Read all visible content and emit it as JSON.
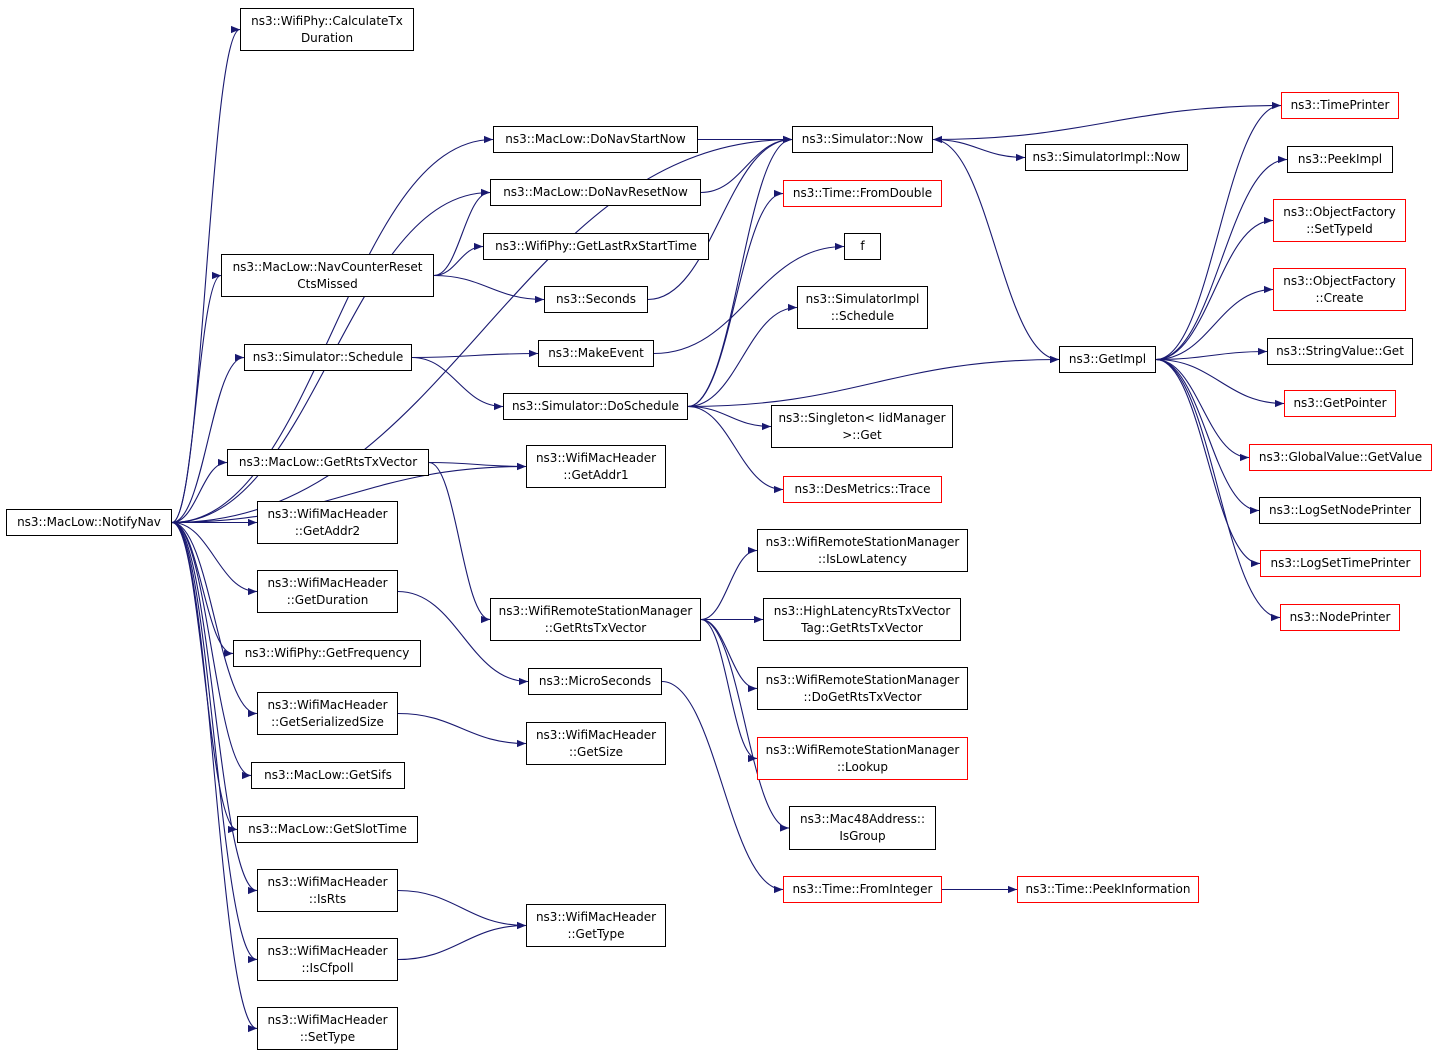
{
  "colors": {
    "edge": "#191970",
    "border_default": "#000000",
    "border_external": "#ff0000",
    "root_fill": "#bfbfbf"
  },
  "nodes": {
    "notifynav": {
      "lines": [
        "ns3::MacLow::NotifyNav"
      ],
      "style": "root"
    },
    "calctx": {
      "lines": [
        "ns3::WifiPhy::CalculateTx",
        "Duration"
      ],
      "style": "default"
    },
    "donavstart": {
      "lines": [
        "ns3::MacLow::DoNavStartNow"
      ],
      "style": "default"
    },
    "donavreset": {
      "lines": [
        "ns3::MacLow::DoNavResetNow"
      ],
      "style": "default"
    },
    "navcounter": {
      "lines": [
        "ns3::MacLow::NavCounterReset",
        "CtsMissed"
      ],
      "style": "default"
    },
    "getlastrx": {
      "lines": [
        "ns3::WifiPhy::GetLastRxStartTime"
      ],
      "style": "default"
    },
    "seconds": {
      "lines": [
        "ns3::Seconds"
      ],
      "style": "default"
    },
    "simschedule": {
      "lines": [
        "ns3::Simulator::Schedule"
      ],
      "style": "default"
    },
    "makeevent": {
      "lines": [
        "ns3::MakeEvent"
      ],
      "style": "default"
    },
    "doschedule": {
      "lines": [
        "ns3::Simulator::DoSchedule"
      ],
      "style": "default"
    },
    "simnow": {
      "lines": [
        "ns3::Simulator::Now"
      ],
      "style": "default"
    },
    "simimplnow": {
      "lines": [
        "ns3::SimulatorImpl::Now"
      ],
      "style": "default"
    },
    "timefromdouble": {
      "lines": [
        "ns3::Time::FromDouble"
      ],
      "style": "external"
    },
    "f": {
      "lines": [
        "f"
      ],
      "style": "default"
    },
    "simimplschedule": {
      "lines": [
        "ns3::SimulatorImpl",
        "::Schedule"
      ],
      "style": "default"
    },
    "singleton": {
      "lines": [
        "ns3::Singleton< IidManager",
        ">::Get"
      ],
      "style": "default"
    },
    "desmetrics": {
      "lines": [
        "ns3::DesMetrics::Trace"
      ],
      "style": "external"
    },
    "getrtstxvector": {
      "lines": [
        "ns3::MacLow::GetRtsTxVector"
      ],
      "style": "default"
    },
    "getaddr1": {
      "lines": [
        "ns3::WifiMacHeader",
        "::GetAddr1"
      ],
      "style": "default"
    },
    "getaddr2": {
      "lines": [
        "ns3::WifiMacHeader",
        "::GetAddr2"
      ],
      "style": "default"
    },
    "getduration": {
      "lines": [
        "ns3::WifiMacHeader",
        "::GetDuration"
      ],
      "style": "default"
    },
    "getfrequency": {
      "lines": [
        "ns3::WifiPhy::GetFrequency"
      ],
      "style": "default"
    },
    "getserialized": {
      "lines": [
        "ns3::WifiMacHeader",
        "::GetSerializedSize"
      ],
      "style": "default"
    },
    "getsifs": {
      "lines": [
        "ns3::MacLow::GetSifs"
      ],
      "style": "default"
    },
    "getslottime": {
      "lines": [
        "ns3::MacLow::GetSlotTime"
      ],
      "style": "default"
    },
    "isrts": {
      "lines": [
        "ns3::WifiMacHeader",
        "::IsRts"
      ],
      "style": "default"
    },
    "iscfpoll": {
      "lines": [
        "ns3::WifiMacHeader",
        "::IsCfpoll"
      ],
      "style": "default"
    },
    "settype": {
      "lines": [
        "ns3::WifiMacHeader",
        "::SetType"
      ],
      "style": "default"
    },
    "wrsmgetrts": {
      "lines": [
        "ns3::WifiRemoteStationManager",
        "::GetRtsTxVector"
      ],
      "style": "default"
    },
    "microseconds": {
      "lines": [
        "ns3::MicroSeconds"
      ],
      "style": "default"
    },
    "getsize": {
      "lines": [
        "ns3::WifiMacHeader",
        "::GetSize"
      ],
      "style": "default"
    },
    "gettype": {
      "lines": [
        "ns3::WifiMacHeader",
        "::GetType"
      ],
      "style": "default"
    },
    "islowlatency": {
      "lines": [
        "ns3::WifiRemoteStationManager",
        "::IsLowLatency"
      ],
      "style": "default"
    },
    "highlatency": {
      "lines": [
        "ns3::HighLatencyRtsTxVector",
        "Tag::GetRtsTxVector"
      ],
      "style": "default"
    },
    "dogetrts": {
      "lines": [
        "ns3::WifiRemoteStationManager",
        "::DoGetRtsTxVector"
      ],
      "style": "default"
    },
    "lookup": {
      "lines": [
        "ns3::WifiRemoteStationManager",
        "::Lookup"
      ],
      "style": "external"
    },
    "isgroup": {
      "lines": [
        "ns3::Mac48Address::",
        "IsGroup"
      ],
      "style": "default"
    },
    "timefrominteger": {
      "lines": [
        "ns3::Time::FromInteger"
      ],
      "style": "external"
    },
    "peekinformation": {
      "lines": [
        "ns3::Time::PeekInformation"
      ],
      "style": "external"
    },
    "getimpl": {
      "lines": [
        "ns3::GetImpl"
      ],
      "style": "default"
    },
    "timeprinter": {
      "lines": [
        "ns3::TimePrinter"
      ],
      "style": "external"
    },
    "peekimpl": {
      "lines": [
        "ns3::PeekImpl"
      ],
      "style": "default"
    },
    "ofsettypeid": {
      "lines": [
        "ns3::ObjectFactory",
        "::SetTypeId"
      ],
      "style": "external"
    },
    "ofcreate": {
      "lines": [
        "ns3::ObjectFactory",
        "::Create"
      ],
      "style": "external"
    },
    "stringvalueget": {
      "lines": [
        "ns3::StringValue::Get"
      ],
      "style": "default"
    },
    "getpointer": {
      "lines": [
        "ns3::GetPointer"
      ],
      "style": "external"
    },
    "globalvalue": {
      "lines": [
        "ns3::GlobalValue::GetValue"
      ],
      "style": "external"
    },
    "logsetnode": {
      "lines": [
        "ns3::LogSetNodePrinter"
      ],
      "style": "default"
    },
    "logsettime": {
      "lines": [
        "ns3::LogSetTimePrinter"
      ],
      "style": "external"
    },
    "nodeprinter": {
      "lines": [
        "ns3::NodePrinter"
      ],
      "style": "external"
    }
  },
  "edges": [
    [
      "notifynav",
      "calctx"
    ],
    [
      "notifynav",
      "simnow"
    ],
    [
      "notifynav",
      "donavstart"
    ],
    [
      "notifynav",
      "donavreset"
    ],
    [
      "notifynav",
      "navcounter"
    ],
    [
      "notifynav",
      "simschedule"
    ],
    [
      "notifynav",
      "getaddr1"
    ],
    [
      "notifynav",
      "getrtstxvector"
    ],
    [
      "notifynav",
      "getaddr2"
    ],
    [
      "notifynav",
      "getduration"
    ],
    [
      "notifynav",
      "getfrequency"
    ],
    [
      "notifynav",
      "getserialized"
    ],
    [
      "notifynav",
      "getsifs"
    ],
    [
      "notifynav",
      "getslottime"
    ],
    [
      "notifynav",
      "isrts"
    ],
    [
      "notifynav",
      "iscfpoll"
    ],
    [
      "notifynav",
      "settype"
    ],
    [
      "donavstart",
      "simnow"
    ],
    [
      "donavreset",
      "simnow"
    ],
    [
      "navcounter",
      "donavreset"
    ],
    [
      "navcounter",
      "getlastrx"
    ],
    [
      "navcounter",
      "seconds"
    ],
    [
      "seconds",
      "simnow"
    ],
    [
      "simschedule",
      "makeevent"
    ],
    [
      "simschedule",
      "doschedule"
    ],
    [
      "makeevent",
      "f"
    ],
    [
      "doschedule",
      "simnow"
    ],
    [
      "doschedule",
      "timefromdouble"
    ],
    [
      "doschedule",
      "simimplschedule"
    ],
    [
      "doschedule",
      "getimpl"
    ],
    [
      "doschedule",
      "singleton"
    ],
    [
      "doschedule",
      "desmetrics"
    ],
    [
      "simnow",
      "simimplnow"
    ],
    [
      "simnow",
      "getimpl"
    ],
    [
      "timeprinter",
      "simnow"
    ],
    [
      "getimpl",
      "timeprinter"
    ],
    [
      "getimpl",
      "peekimpl"
    ],
    [
      "getimpl",
      "ofsettypeid"
    ],
    [
      "getimpl",
      "ofcreate"
    ],
    [
      "getimpl",
      "stringvalueget"
    ],
    [
      "getimpl",
      "getpointer"
    ],
    [
      "getimpl",
      "globalvalue"
    ],
    [
      "getimpl",
      "logsetnode"
    ],
    [
      "getimpl",
      "logsettime"
    ],
    [
      "getimpl",
      "nodeprinter"
    ],
    [
      "getrtstxvector",
      "getaddr1"
    ],
    [
      "getrtstxvector",
      "wrsmgetrts"
    ],
    [
      "wrsmgetrts",
      "islowlatency"
    ],
    [
      "wrsmgetrts",
      "highlatency"
    ],
    [
      "wrsmgetrts",
      "dogetrts"
    ],
    [
      "wrsmgetrts",
      "lookup"
    ],
    [
      "wrsmgetrts",
      "isgroup"
    ],
    [
      "getduration",
      "microseconds"
    ],
    [
      "microseconds",
      "timefrominteger"
    ],
    [
      "timefrominteger",
      "peekinformation"
    ],
    [
      "getserialized",
      "getsize"
    ],
    [
      "isrts",
      "gettype"
    ],
    [
      "iscfpoll",
      "gettype"
    ]
  ]
}
